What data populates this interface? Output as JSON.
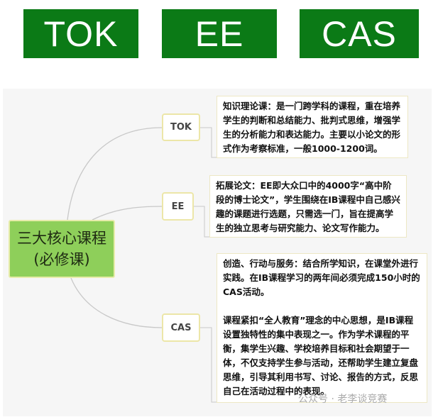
{
  "banners": [
    "TOK",
    "EE",
    "CAS"
  ],
  "banner_color": "#0b7a16",
  "center": {
    "line1": "三大核心课程",
    "line2": "(必修课)",
    "color": "#8ecf5a"
  },
  "nodes": [
    {
      "label": "TOK",
      "desc": [
        "知识理论课：是一门跨学科的课程，重在培养学生的判断和总结能力、批判式思维，增强学生的分析能力和表达能力。主要以小论文的形式作为考察标准，一般1000-1200词。"
      ]
    },
    {
      "label": "EE",
      "desc": [
        "拓展论文：EE即大众口中的4000字“高中阶段的博士论文”，学生围绕在IB课程中自己感兴趣的课题进行选题，只需选一门，旨在提高学生的独立思考与研究能力、论文写作能力。"
      ]
    },
    {
      "label": "CAS",
      "desc": [
        "创造、行动与服务：结合所学知识，在课堂外进行实践。在IB课程学习的两年间必须完成150小时的CAS活动。",
        "课程紧扣“全人教育”理念的中心思想，是IB课程设置独特性的集中表现之一。作为学术课程的平衡，集学生兴趣、学校培养目标和社会期望于一体，不仅支持学生参与活动，还帮助学生建立复盘思维，引导其利用书写、讨论、报告的方式，反思自己在活动过程中的表现。"
      ]
    }
  ],
  "watermark": "公众号 · 老李谈竞赛"
}
